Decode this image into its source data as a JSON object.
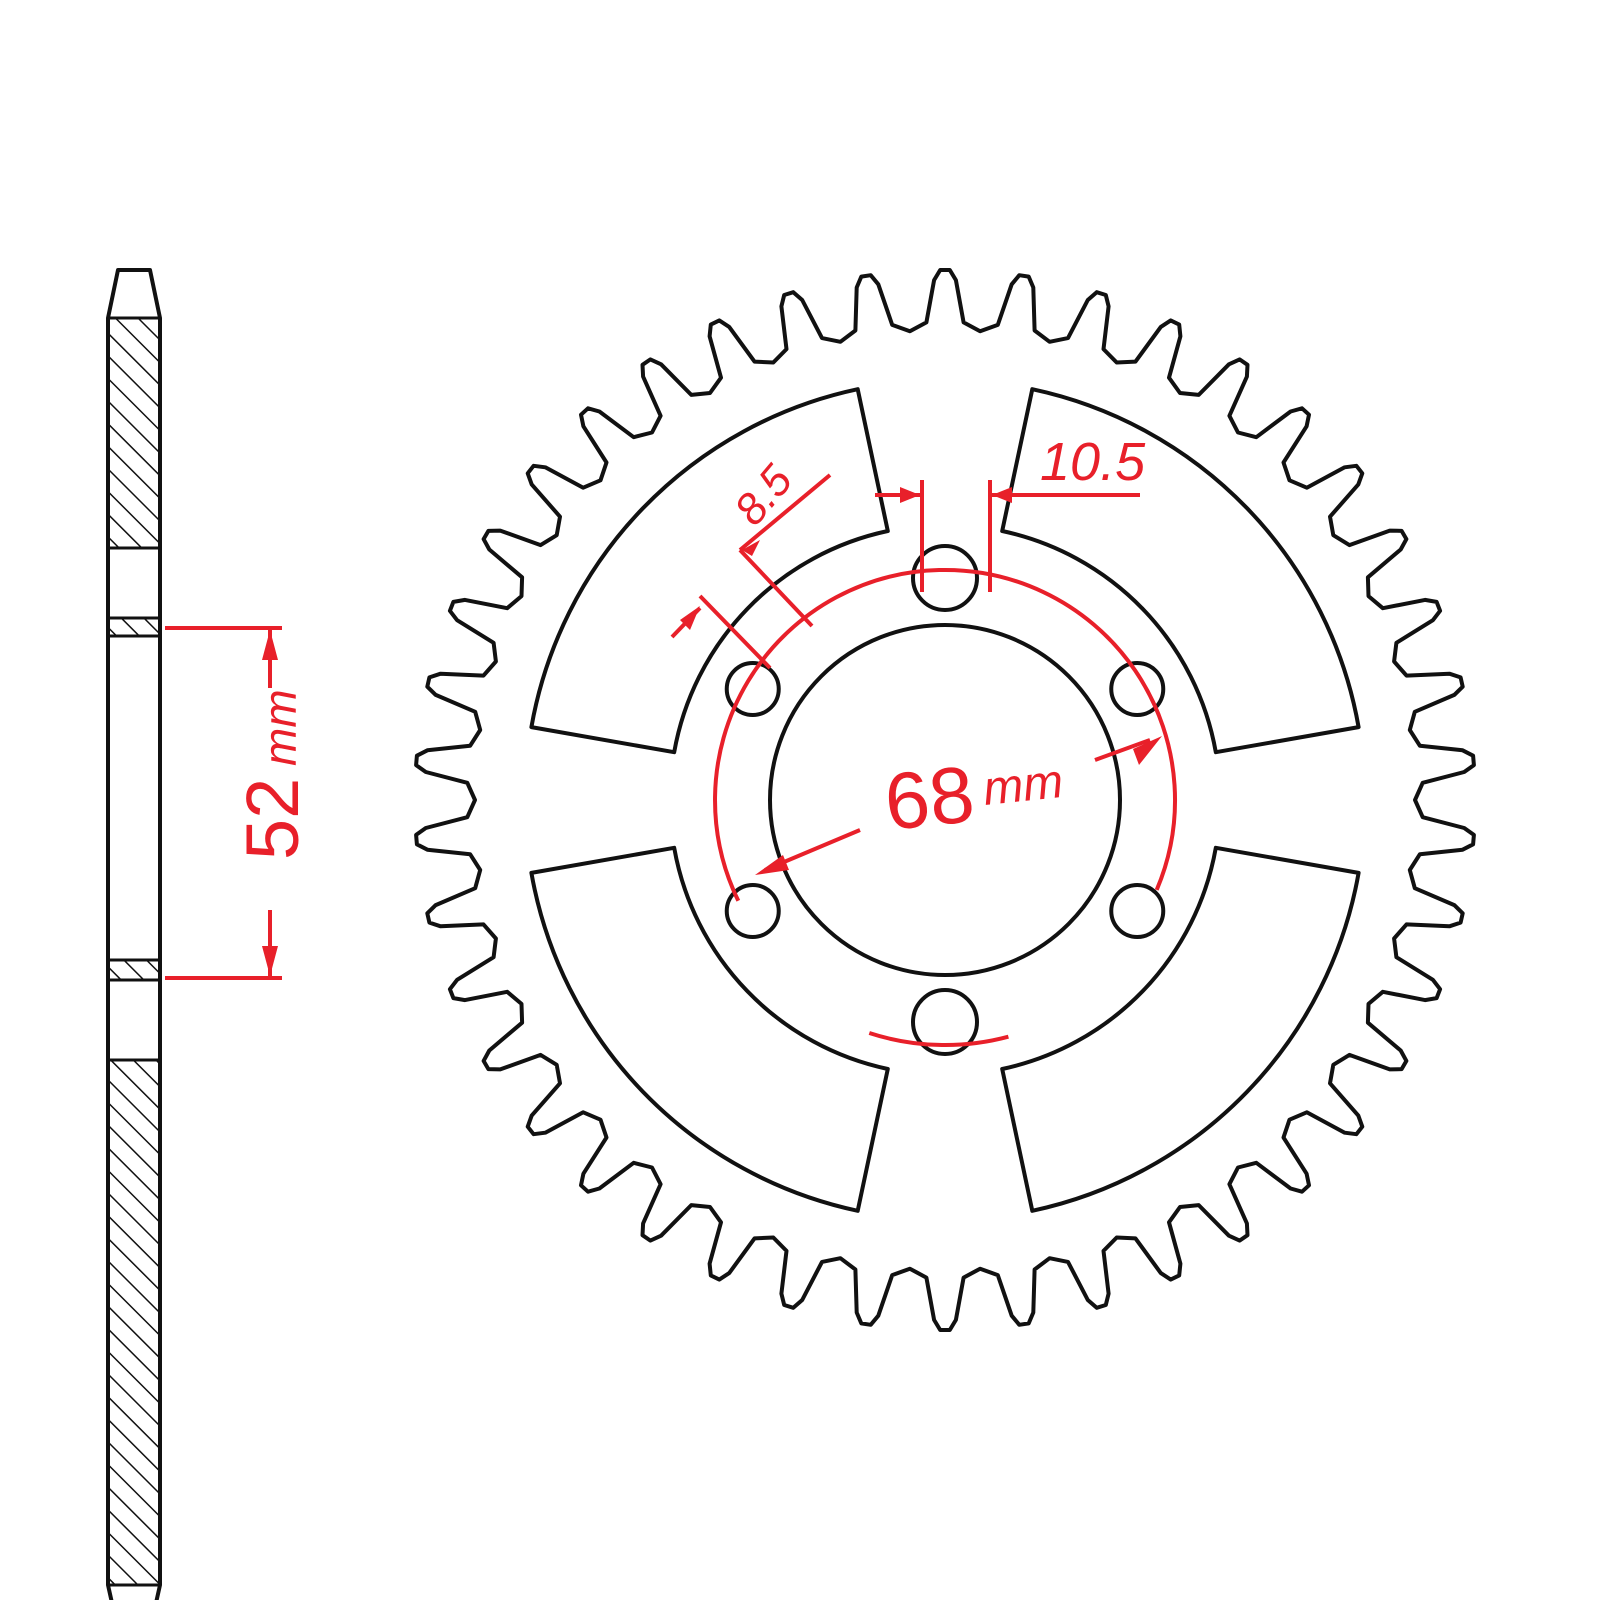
{
  "colors": {
    "outline": "#111111",
    "dimension": "#e8202a",
    "background": "#ffffff"
  },
  "side_view": {
    "dimension_value": "52",
    "dimension_unit": "mm"
  },
  "front_view": {
    "teeth": 42,
    "bolt_holes": 6,
    "bolt_circle_value": "68",
    "bolt_circle_unit": "mm",
    "hole_diameter_label": "8.5",
    "hole_offset_label": "10.5"
  }
}
